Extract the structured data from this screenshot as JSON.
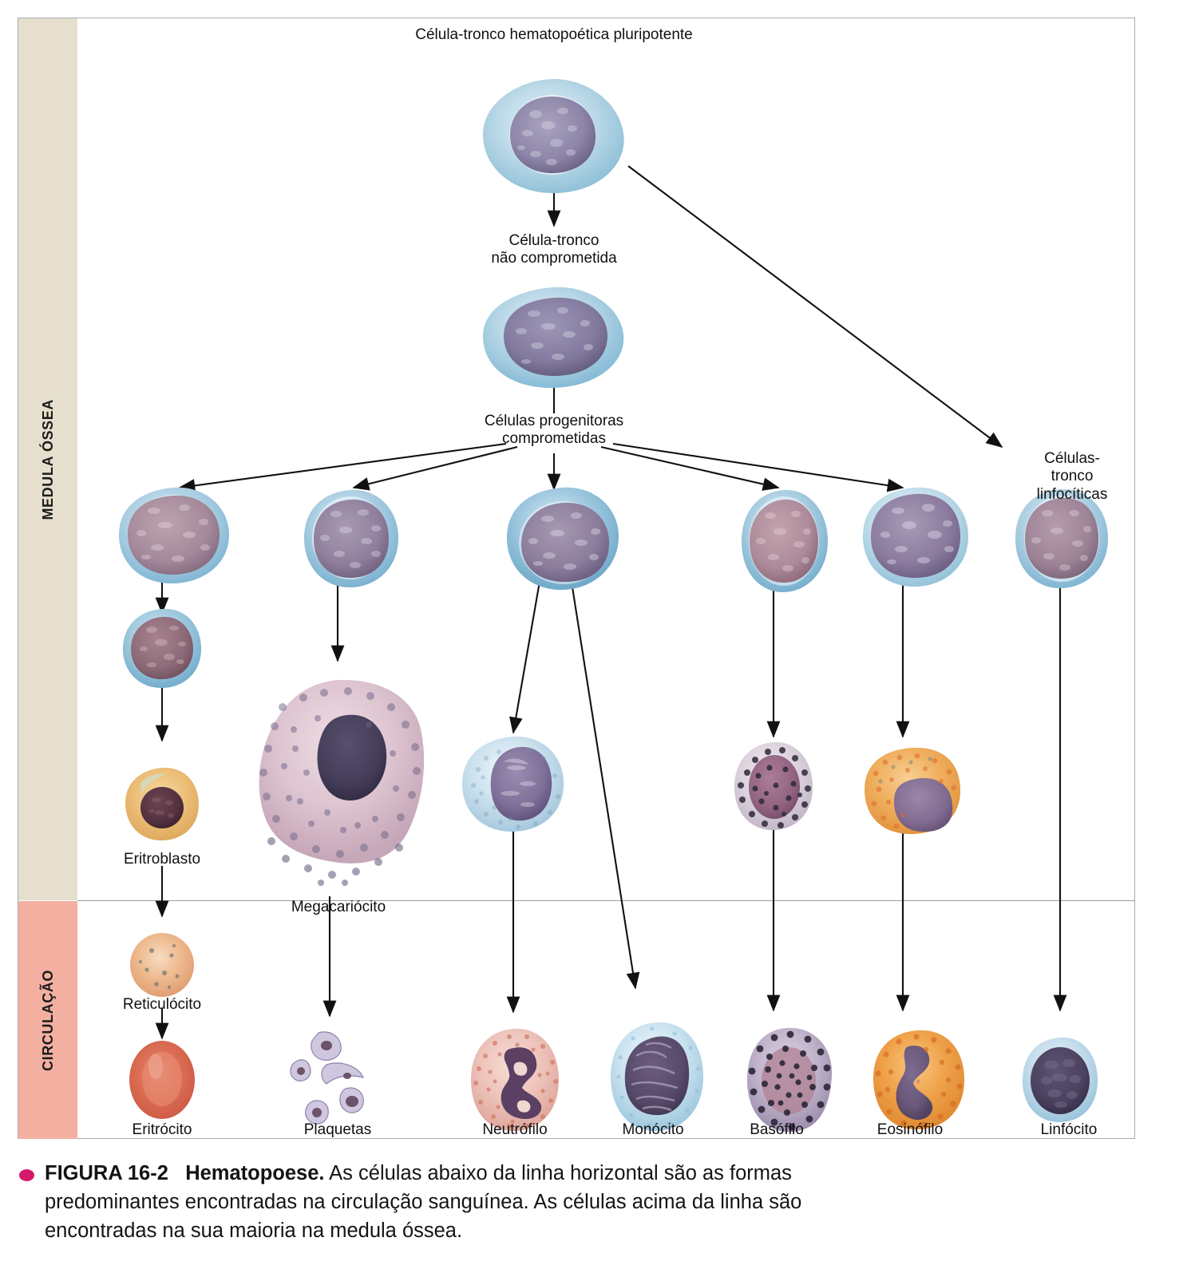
{
  "figure": {
    "number": "FIGURA 16-2",
    "title": "Hematopoese.",
    "caption_body": " As células abaixo da linha horizontal são as formas predominantes encontradas na circulação sanguínea. As células acima da linha são encontradas na sua maioria na medula óssea.",
    "bullet_color": "#d6196b"
  },
  "compartments": [
    {
      "key": "marrow",
      "label": "MEDULA ÓSSEA",
      "color": "#e6dfcd"
    },
    {
      "key": "circulation",
      "label": "CIRCULAÇÃO",
      "color": "#f3b0a1"
    }
  ],
  "labels": {
    "pluripotent_stem": "Célula-tronco hematopoética pluripotente",
    "uncommitted_stem": "Célula-tronco\nnão comprometida",
    "committed_progenitors": "Células progenitoras\ncomprometidas",
    "lymphoid_stem": "Células-tronco\nlinfocíticas",
    "erythroblast": "Eritroblasto",
    "megakaryocyte": "Megacariócito",
    "reticulocyte": "Reticulócito"
  },
  "lineage_labels": [
    {
      "key": "erythrocyte",
      "label": "Eritrócito"
    },
    {
      "key": "platelets",
      "label": "Plaquetas"
    },
    {
      "key": "neutrophil",
      "label": "Neutrófilo"
    },
    {
      "key": "monocyte",
      "label": "Monócito"
    },
    {
      "key": "basophil",
      "label": "Basófilo"
    },
    {
      "key": "eosinophil",
      "label": "Eosinófilo"
    },
    {
      "key": "lymphocyte",
      "label": "Linfócito"
    }
  ],
  "cells": {
    "pluripotent_stem": {
      "name": "pluripotent-hematopoietic-stem-cell"
    },
    "uncommitted_stem": {
      "name": "uncommitted-stem-cell"
    },
    "progenitor_erythroid": {
      "name": "erythroid-progenitor-cell"
    },
    "progenitor_megakaryocytic": {
      "name": "megakaryocytic-progenitor-cell"
    },
    "progenitor_granulocyte_monocyte": {
      "name": "granulocyte-monocyte-progenitor-cell"
    },
    "progenitor_basophil": {
      "name": "basophil-progenitor-cell"
    },
    "progenitor_eosinophil": {
      "name": "eosinophil-progenitor-cell"
    },
    "lymphoid_stem": {
      "name": "lymphoid-stem-cell"
    },
    "normoblast": {
      "name": "normoblast-cell"
    },
    "erythroblast": {
      "name": "erythroblast-cell"
    },
    "megakaryocyte": {
      "name": "megakaryocyte-cell"
    },
    "promyelocyte_neutrophil": {
      "name": "neutrophil-precursor-cell"
    },
    "promyelocyte_basophil": {
      "name": "basophil-precursor-cell"
    },
    "promyelocyte_eosinophil": {
      "name": "eosinophil-precursor-cell"
    },
    "reticulocyte": {
      "name": "reticulocyte-cell"
    },
    "erythrocyte": {
      "name": "erythrocyte-cell"
    },
    "platelets": {
      "name": "platelets-cell"
    },
    "neutrophil": {
      "name": "neutrophil-cell"
    },
    "monocyte": {
      "name": "monocyte-cell"
    },
    "basophil": {
      "name": "basophil-cell"
    },
    "eosinophil": {
      "name": "eosinophil-cell"
    },
    "lymphocyte": {
      "name": "lymphocyte-cell"
    }
  },
  "colors": {
    "cytoplasm_blue": "#9cc3d8",
    "cytoplasm_blue_pale": "#d9ecf4",
    "nucleus_purple": "#8d85a8",
    "nucleus_mauve": "#a98594",
    "erythrocyte_red": "#dd6e56",
    "eosinophil_orange": "#e89445",
    "basophil_dark": "#4a4455",
    "erythroblast_tan": "#e9b870"
  }
}
